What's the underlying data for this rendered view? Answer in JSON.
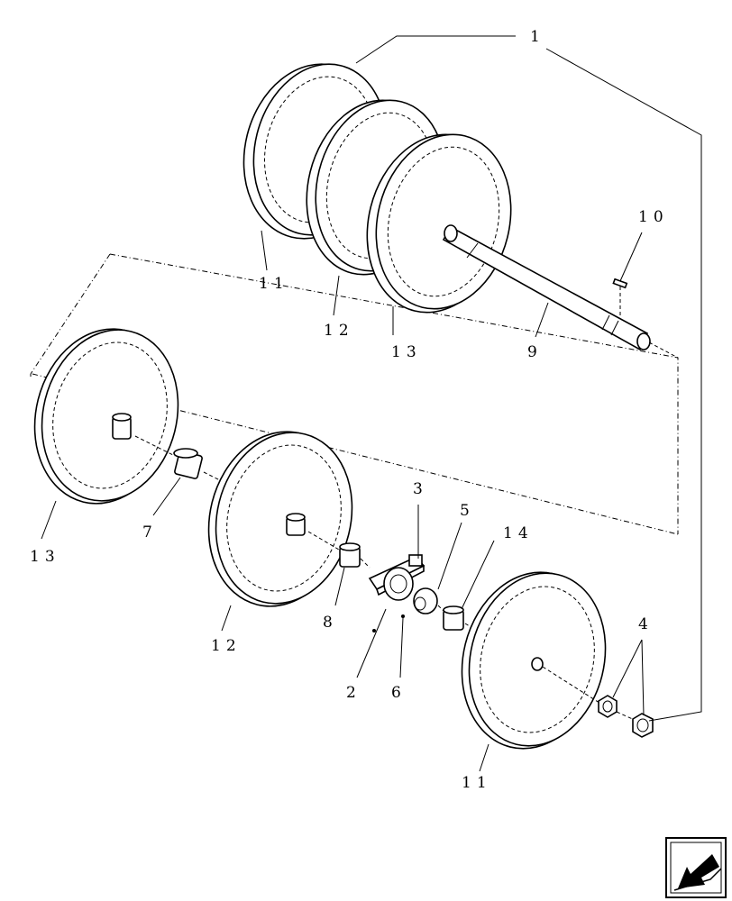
{
  "callouts": {
    "c1": "1",
    "c2": "2",
    "c3": "3",
    "c4": "4",
    "c5": "5",
    "c6": "6",
    "c7": "7",
    "c8": "8",
    "c9": "9",
    "c10": "10",
    "c11_top": "11",
    "c12_top": "12",
    "c13_top": "13",
    "c13_left": "13",
    "c12_mid": "12",
    "c14": "14",
    "c11_bottom": "11"
  },
  "icons": {
    "nav": "back-arrow-icon"
  }
}
